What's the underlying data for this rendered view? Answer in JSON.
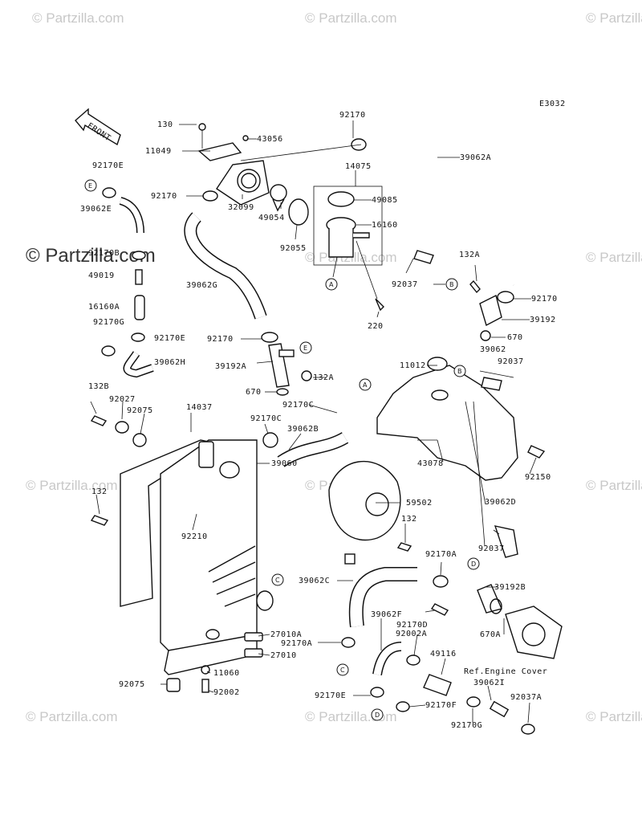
{
  "diagram_code": "E3032",
  "front_label": "FRONT",
  "watermark": "© Partzilla.com",
  "ref_note": "Ref.Engine Cover",
  "callouts": [
    "A",
    "B",
    "C",
    "D",
    "E"
  ],
  "labels": {
    "p130": "130",
    "p11049": "11049",
    "p43056": "43056",
    "p92170_top": "92170",
    "p39062A": "39062A",
    "p14075": "14075",
    "p49085": "49085",
    "p16160": "16160",
    "p92170E_top": "92170E",
    "p39062E": "39062E",
    "p92170B": "92170B",
    "p49019": "49019",
    "p16160A": "16160A",
    "p92170G_left": "92170G",
    "p92170E_mid": "92170E",
    "p39062H": "39062H",
    "p92170_left": "92170",
    "p32099": "32099",
    "p49054": "49054",
    "p92055": "92055",
    "p39062G": "39062G",
    "p132A_top": "132A",
    "p92037_top": "92037",
    "p220": "220",
    "p92170_right": "92170",
    "p39192": "39192",
    "p670_right": "670",
    "p39062_right": "39062",
    "p92037_right": "92037",
    "p11012": "11012",
    "p92170_mid": "92170",
    "p39192A": "39192A",
    "p132A_mid": "132A",
    "p670_mid": "670",
    "p92170C_mid": "92170C",
    "p132B": "132B",
    "p92027": "92027",
    "p92075_top": "92075",
    "p14037": "14037",
    "p92170C_left": "92170C",
    "p39062B": "39062B",
    "p39060": "39060",
    "p43078": "43078",
    "p92150": "92150",
    "p132_left": "132",
    "p92210": "92210",
    "p59502": "59502",
    "p132_fan": "132",
    "p39062D": "39062D",
    "p92037_low": "92037",
    "p92170A": "92170A",
    "p39192B": "39192B",
    "p39062C": "39062C",
    "p92002A": "92002A",
    "p670A": "670A",
    "p27010A": "27010A",
    "p92170A_low": "92170A",
    "p27010": "27010",
    "p39062F": "39062F",
    "p92170D": "92170D",
    "p49116": "49116",
    "p11060": "11060",
    "p92075_bottom": "92075",
    "p92002": "92002",
    "p39062I": "39062I",
    "p92037A": "92037A",
    "p92170E_bottom": "92170E",
    "p92170F": "92170F",
    "p92170G_bottom": "92170G"
  }
}
